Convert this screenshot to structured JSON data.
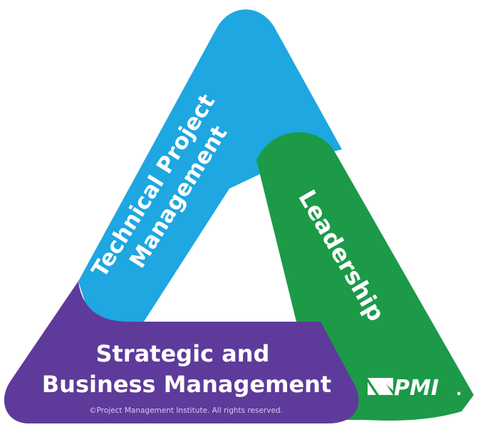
{
  "diagram": {
    "title": "",
    "sides": [
      {
        "id": "technical",
        "lines": [
          "Technical Project",
          "Management"
        ],
        "color": "#1EA7E1"
      },
      {
        "id": "leadership",
        "lines": [
          "Leadership"
        ],
        "color": "#1C9A48"
      },
      {
        "id": "strategic",
        "lines": [
          "Strategic and",
          "Business Management"
        ],
        "color": "#5E3A9B"
      }
    ],
    "copyright": "©Project Management Institute. All rights reserved.",
    "logo": {
      "text": "PMI",
      "dot": "."
    }
  }
}
